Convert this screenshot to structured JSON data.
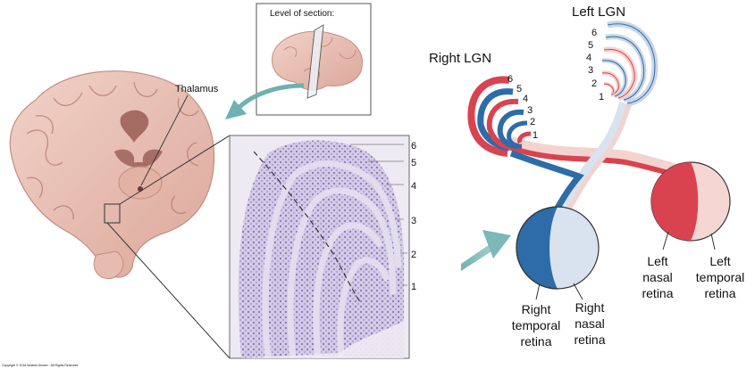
{
  "brain_panel": {
    "thalamus_label": "Thalamus",
    "inset_title": "Level of section:",
    "copyright": "Copyright © 2016 Wolters Kluwer · All Rights Reserved",
    "layer_numbers": [
      "6",
      "5",
      "4",
      "3",
      "2",
      "1"
    ]
  },
  "pathway_panel": {
    "right_lgn_label": "Right LGN",
    "left_lgn_label": "Left LGN",
    "right_lgn_layers": [
      "6",
      "5",
      "4",
      "3",
      "2",
      "1"
    ],
    "left_lgn_layers": [
      "6",
      "5",
      "4",
      "3",
      "2",
      "1"
    ],
    "right_temporal": [
      "Right",
      "temporal",
      "retina"
    ],
    "right_nasal": [
      "Right",
      "nasal",
      "retina"
    ],
    "left_nasal": [
      "Left",
      "nasal",
      "retina"
    ],
    "left_temporal": [
      "Left",
      "temporal",
      "retina"
    ]
  },
  "colors": {
    "blue": "#2d6ca8",
    "light_blue": "#d9e2ef",
    "red": "#d9434f",
    "light_red": "#f6d6d2",
    "arrow": "#7cb8b8",
    "nissl": "#8a7ab8"
  }
}
